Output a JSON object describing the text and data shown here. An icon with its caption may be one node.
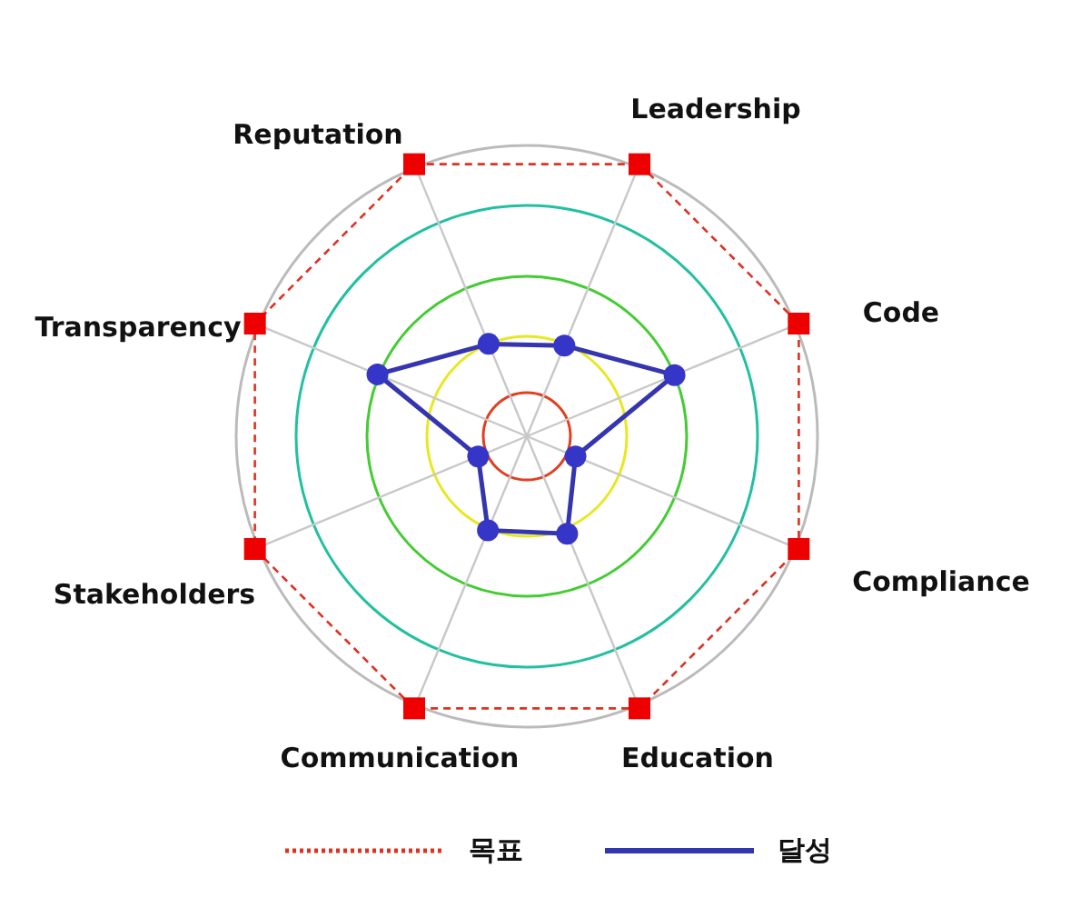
{
  "diagram": {
    "labels": [
      "Reputation",
      "Leadership",
      "Transparency",
      "Code",
      "Compliance",
      "Stakeholders",
      "Communication",
      "Education"
    ],
    "legend": [
      {
        "text": "목표"
      },
      {
        "text": "달성"
      }
    ]
  }
}
